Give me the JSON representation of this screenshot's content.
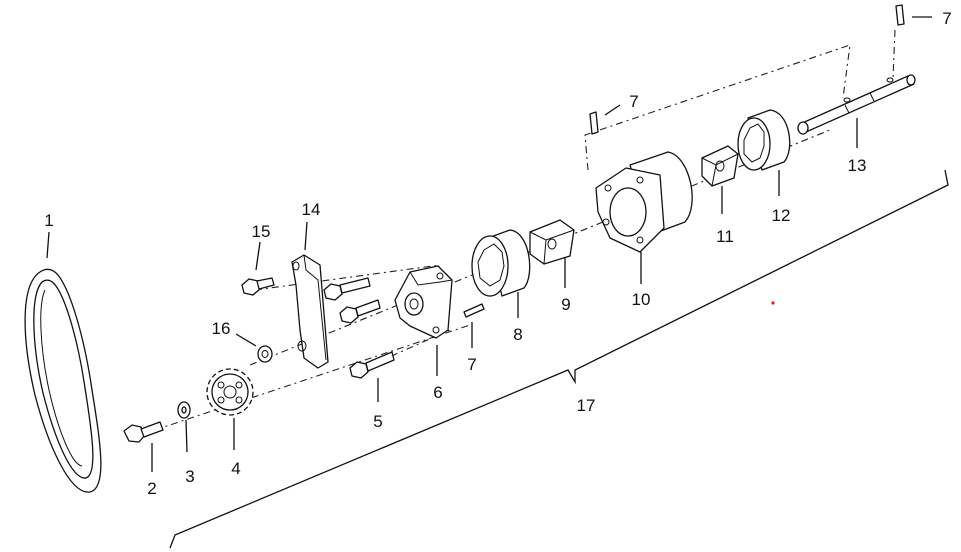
{
  "callouts": {
    "belt": "1",
    "bolt_front": "2",
    "washer": "3",
    "sprocket": "4",
    "pump_bolts": "5",
    "pump_cover": "6",
    "pin_mid": "7",
    "pin_upper": "7",
    "pin_top": "7",
    "outer_rotor_front": "8",
    "inner_rotor_front": "9",
    "pump_body": "10",
    "inner_rotor_rear": "11",
    "outer_rotor_rear": "12",
    "shaft": "13",
    "guide_bracket": "14",
    "bracket_bolt": "15",
    "bracket_nut": "16",
    "assembly": "17"
  },
  "colors": {
    "line": "#111111",
    "background": "#ffffff",
    "marker": "#e02020"
  }
}
